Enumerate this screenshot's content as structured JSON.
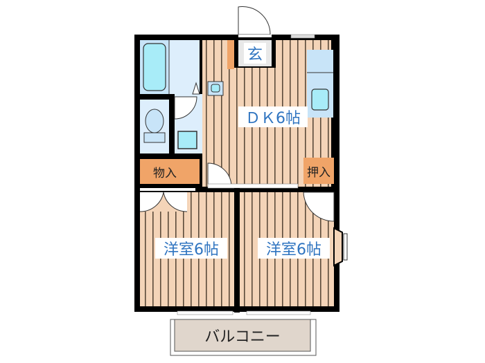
{
  "floorplan": {
    "rooms": {
      "entrance": {
        "label": "玄"
      },
      "dk": {
        "label": "ＤＫ6帖"
      },
      "storage": {
        "label": "物入"
      },
      "closet": {
        "label": "押入"
      },
      "western_room_left": {
        "label": "洋室6帖"
      },
      "western_room_right": {
        "label": "洋室6帖"
      },
      "balcony": {
        "label": "バルコニー"
      }
    },
    "colors": {
      "wall": "#000000",
      "floor": "#f4d4b8",
      "floor_line": "#5a4a3a",
      "wet_area": "#ddeefc",
      "fixture": "#a8ecf8",
      "storage": "#f0a468",
      "balcony": "#e0d6cc",
      "label_blue": "#2f74c0"
    }
  }
}
